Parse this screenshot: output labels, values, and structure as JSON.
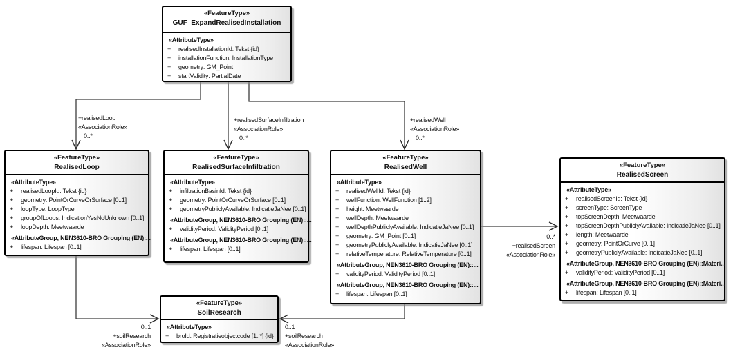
{
  "colors": {
    "background": "#ffffff",
    "box_border": "#000000",
    "box_fill_left": "#ffffff",
    "box_fill_right": "#e2e2e2",
    "connector_line": "#3d3d3d",
    "shadow": "#828282",
    "text": "#111111"
  },
  "classes": {
    "guf": {
      "stereotype": "«FeatureType»",
      "name": "GUF_ExpandRealisedInstallation",
      "rows": [
        {
          "t": "group",
          "text": "«AttributeType»"
        },
        {
          "t": "attr",
          "text": "realisedInstallationId: Tekst {id}"
        },
        {
          "t": "attr",
          "text": "installationFunction: InstallationType"
        },
        {
          "t": "attr",
          "text": "geometry: GM_Point"
        },
        {
          "t": "attr",
          "text": "startValidity: PartialDate"
        }
      ]
    },
    "realisedLoop": {
      "stereotype": "«FeatureType»",
      "name": "RealisedLoop",
      "rows": [
        {
          "t": "group",
          "text": "«AttributeType»"
        },
        {
          "t": "attr",
          "text": "realisedLoopId: Tekst {id}"
        },
        {
          "t": "attr",
          "text": "geometry: PointOrCurveOrSurface [0..1]"
        },
        {
          "t": "attr",
          "text": "loopType: LoopType"
        },
        {
          "t": "attr",
          "text": "groupOfLoops: IndicationYesNoUnknown [0..1]"
        },
        {
          "t": "attr",
          "text": "loopDepth: Meetwaarde"
        },
        {
          "t": "group",
          "text": "«AttributeGroup, NEN3610-BRO Grouping (EN):..."
        },
        {
          "t": "attr",
          "text": "lifespan: Lifespan [0..1]"
        }
      ]
    },
    "realisedSurfaceInfiltration": {
      "stereotype": "«FeatureType»",
      "name": "RealisedSurfaceInfiltration",
      "rows": [
        {
          "t": "group",
          "text": "«AttributeType»"
        },
        {
          "t": "attr",
          "text": "infiltrationBasinId: Tekst {id}"
        },
        {
          "t": "attr",
          "text": "geometry: PointOrCurveOrSurface [0..1]"
        },
        {
          "t": "attr",
          "text": "geometryPubliclyAvailable: IndicatieJaNee [0..1]"
        },
        {
          "t": "group",
          "text": "«AttributeGroup, NEN3610-BRO Grouping (EN)::..."
        },
        {
          "t": "attr",
          "text": "validityPeriod: ValidityPeriod [0..1]"
        },
        {
          "t": "group",
          "text": "«AttributeGroup, NEN3610-BRO Grouping (EN)::..."
        },
        {
          "t": "attr",
          "text": "lifespan: Lifespan [0..1]"
        }
      ]
    },
    "realisedWell": {
      "stereotype": "«FeatureType»",
      "name": "RealisedWell",
      "rows": [
        {
          "t": "group",
          "text": "«AttributeType»"
        },
        {
          "t": "attr",
          "text": "realisedWellId: Tekst {id}"
        },
        {
          "t": "attr",
          "text": "wellFunction: WellFunction [1..2]"
        },
        {
          "t": "attr",
          "text": "height: Meetwaarde"
        },
        {
          "t": "attr",
          "text": "wellDepth: Meetwaarde"
        },
        {
          "t": "attr",
          "text": "wellDepthPubliclyAvailable: IndicatieJaNee [0..1]"
        },
        {
          "t": "attr",
          "text": "geometry: GM_Point [0..1]"
        },
        {
          "t": "attr",
          "text": "geometryPubliclyAvailable: IndicatieJaNee [0..1]"
        },
        {
          "t": "attr",
          "text": "relativeTemperature: RelativeTemperature [0..1]"
        },
        {
          "t": "group",
          "text": "«AttributeGroup, NEN3610-BRO Grouping (EN)::..."
        },
        {
          "t": "attr",
          "text": "validityPeriod: ValidityPeriod [0..1]"
        },
        {
          "t": "group",
          "text": "«AttributeGroup, NEN3610-BRO Grouping (EN)::..."
        },
        {
          "t": "attr",
          "text": "lifespan: Lifespan [0..1]"
        }
      ]
    },
    "realisedScreen": {
      "stereotype": "«FeatureType»",
      "name": "RealisedScreen",
      "rows": [
        {
          "t": "group",
          "text": "«AttributeType»"
        },
        {
          "t": "attr",
          "text": "realisedScreenId: Tekst {id}"
        },
        {
          "t": "attr",
          "text": "screenType: ScreenType"
        },
        {
          "t": "attr",
          "text": "topScreenDepth: Meetwaarde"
        },
        {
          "t": "attr",
          "text": "topScreenDepthPubliclyAvailable: IndicatieJaNee [0..1]"
        },
        {
          "t": "attr",
          "text": "length: Meetwaarde"
        },
        {
          "t": "attr",
          "text": "geometry: PointOrCurve [0..1]"
        },
        {
          "t": "attr",
          "text": "geometryPubliclyAvailable: IndicatieJaNee [0..1]"
        },
        {
          "t": "group",
          "text": "«AttributeGroup, NEN3610-BRO Grouping (EN)::Materi..."
        },
        {
          "t": "attr",
          "text": "validityPeriod: ValidityPeriod [0..1]"
        },
        {
          "t": "group",
          "text": "«AttributeGroup, NEN3610-BRO Grouping (EN)::Materi..."
        },
        {
          "t": "attr",
          "text": "lifespan: Lifespan [0..1]"
        }
      ]
    },
    "soilResearch": {
      "stereotype": "«FeatureType»",
      "name": "SoilResearch",
      "rows": [
        {
          "t": "group",
          "text": "«AttributeType»"
        },
        {
          "t": "attr",
          "text": "broId: Registratieobjectcode [1..*] {id}"
        }
      ]
    }
  },
  "connectors": {
    "realisedLoop": {
      "role": "+realisedLoop",
      "stereotype": "«AssociationRole»",
      "multiplicity": "0..*"
    },
    "realisedSurfaceInfiltration": {
      "role": "+realisedSurfaceInfiltration",
      "stereotype": "«AssociationRole»",
      "multiplicity": "0..*"
    },
    "realisedWell": {
      "role": "+realisedWell",
      "stereotype": "«AssociationRole»",
      "multiplicity": "0..*"
    },
    "realisedScreen": {
      "multiplicity": "0..*",
      "role": "+realisedScreen",
      "stereotype": "«AssociationRole»"
    },
    "soilResearchLeft": {
      "multiplicity": "0..1",
      "role": "+soilResearch",
      "stereotype": "«AssociationRole»"
    },
    "soilResearchRight": {
      "multiplicity": "0..1",
      "role": "+soilResearch",
      "stereotype": "«AssociationRole»"
    }
  }
}
